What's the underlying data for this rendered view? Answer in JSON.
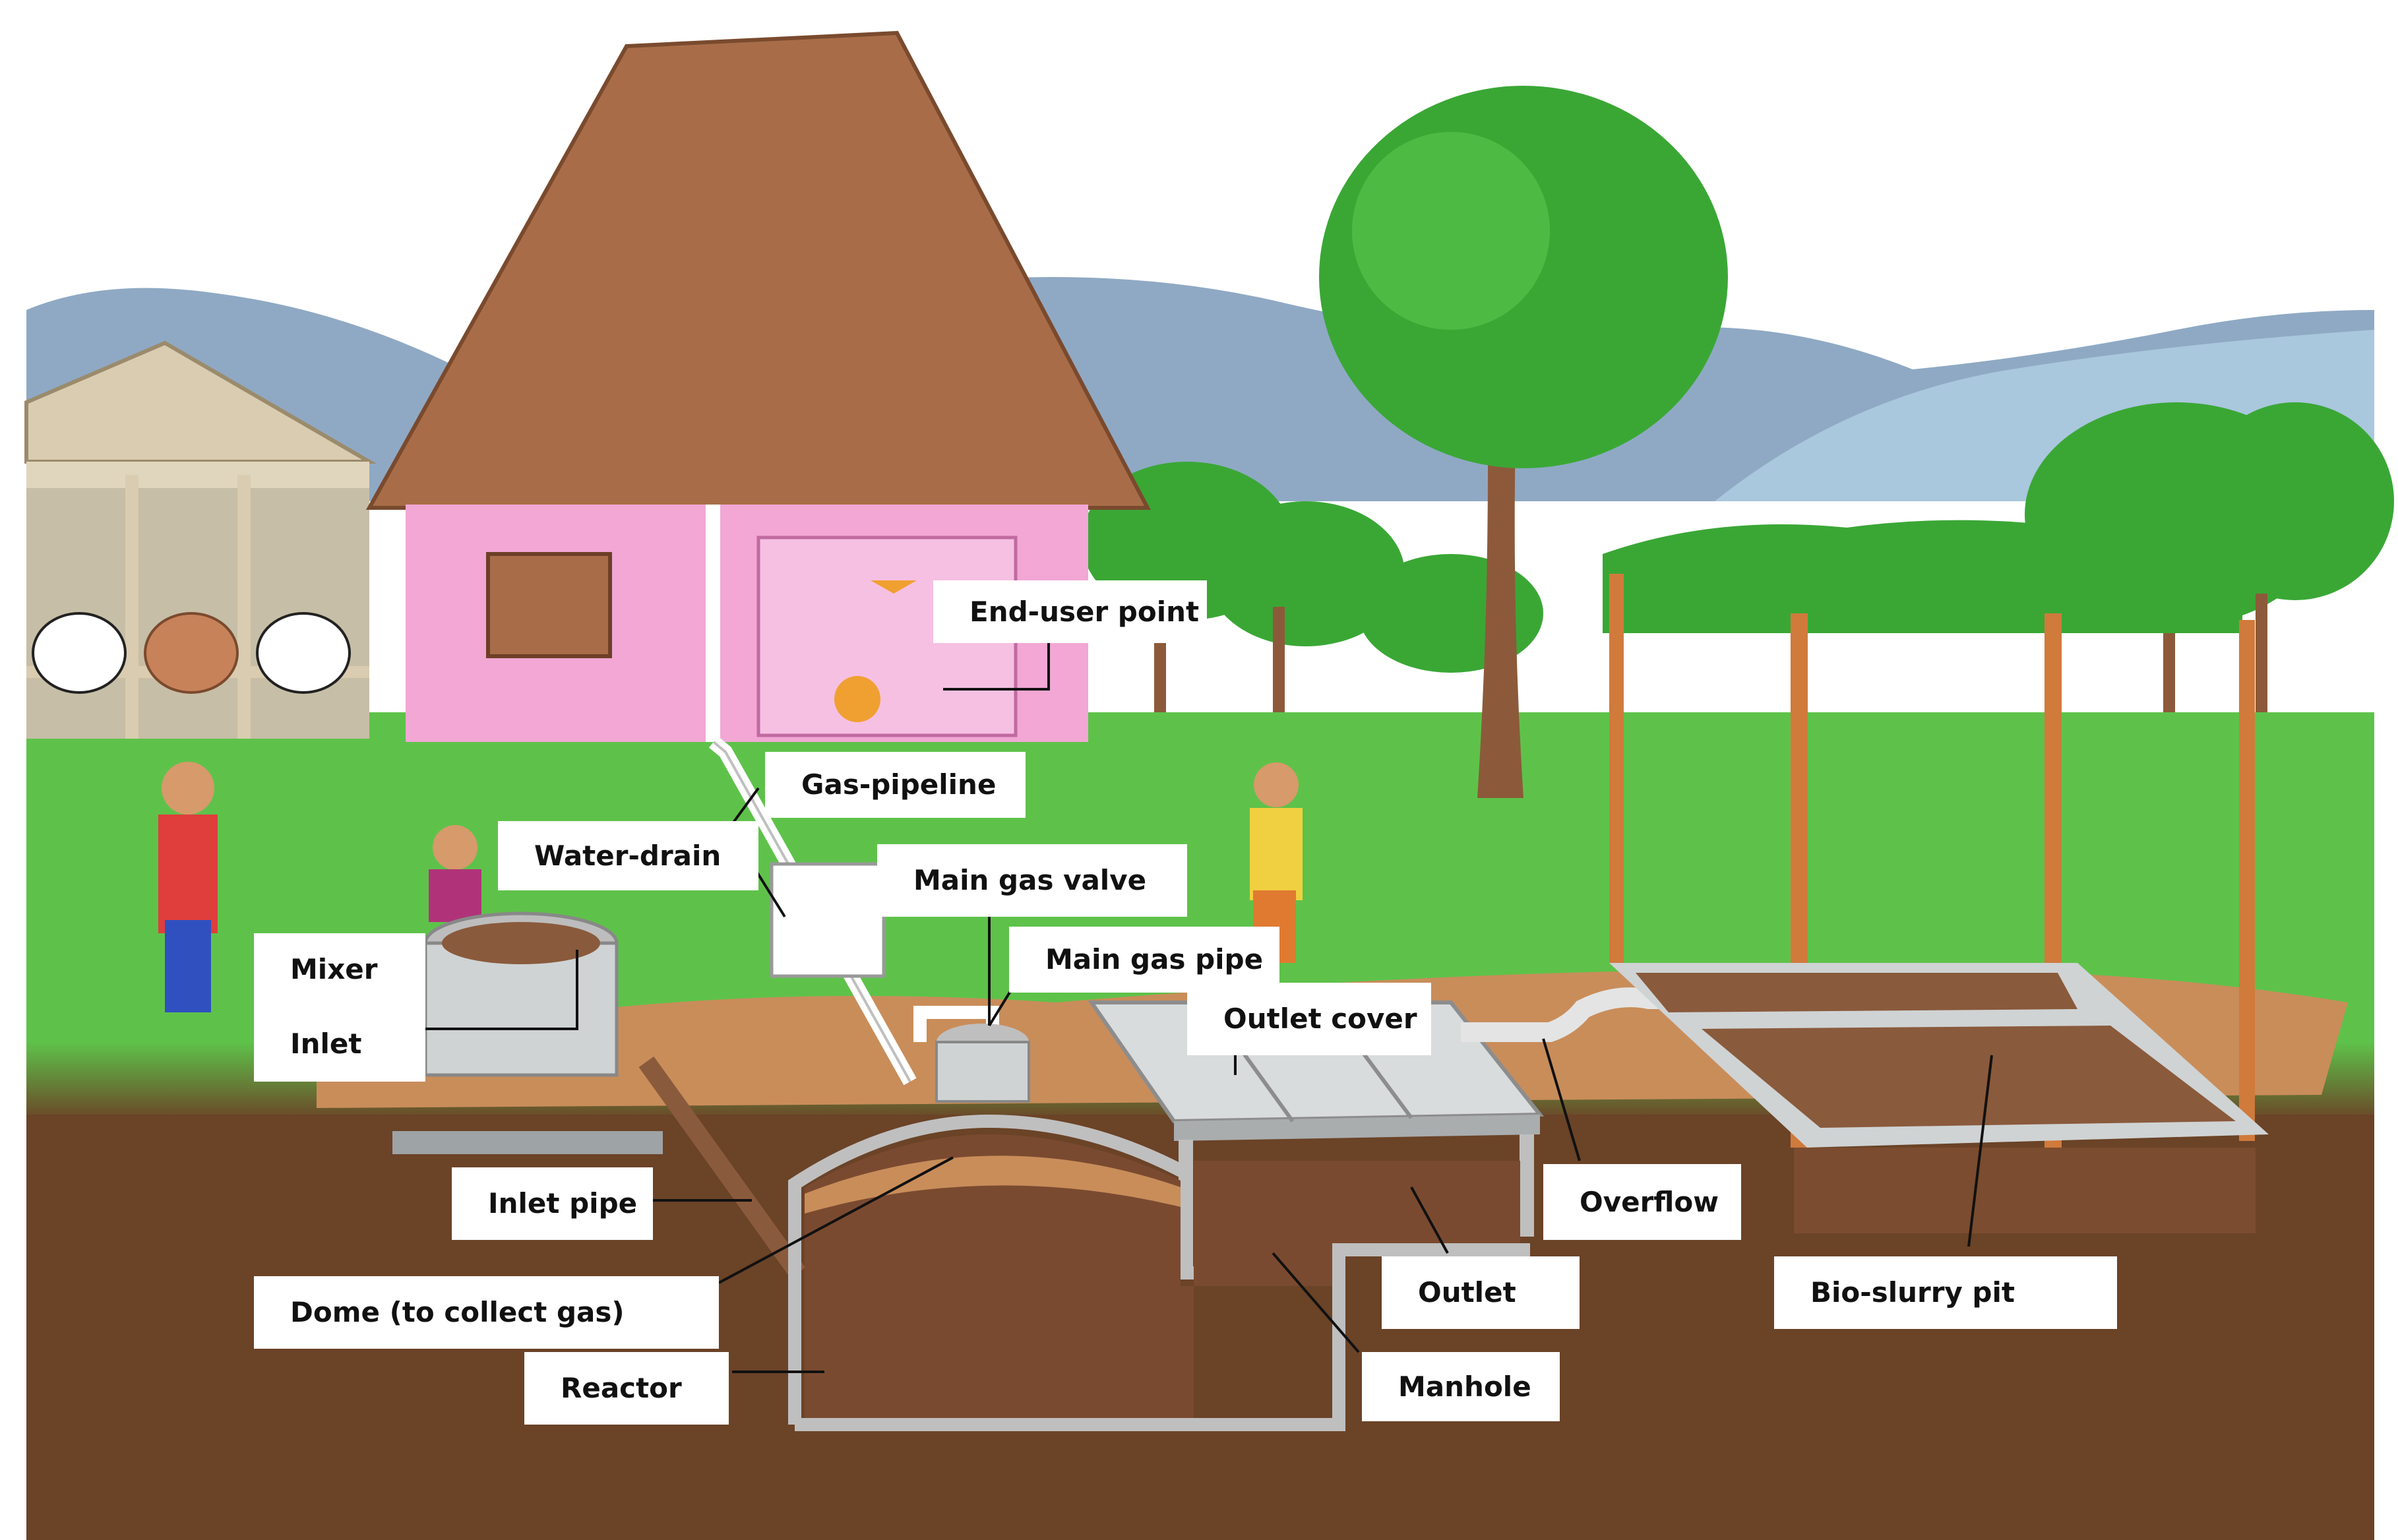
{
  "diagram": {
    "labels": {
      "end_user_point": "End-user point",
      "gas_pipeline": "Gas-pipeline",
      "water_drain": "Water-drain",
      "main_gas_valve": "Main gas valve",
      "main_gas_pipe": "Main gas pipe",
      "outlet_cover": "Outlet cover",
      "mixer": "Mixer",
      "inlet": "Inlet",
      "inlet_pipe": "Inlet pipe",
      "dome": "Dome (to collect gas)",
      "reactor": "Reactor",
      "overflow": "Overflow",
      "outlet": "Outlet",
      "manhole": "Manhole",
      "bio_slurry_pit": "Bio-slurry pit"
    },
    "colors": {
      "sky": "#ffffff",
      "mountain": "#8fa9c4",
      "mountain_light": "#a9c7dd",
      "grass": "#5ec24a",
      "grass_dark": "#3f9a34",
      "soil": "#6b4327",
      "soil_light": "#c98d5a",
      "roof": "#a86d48",
      "wall": "#f2a7d4",
      "tree_leaf": "#3aa735",
      "tree_trunk": "#8c5a3a",
      "concrete": "#cfd3d4",
      "slurry": "#8a5a3c",
      "pole": "#d07a3c",
      "label_bg": "#ffffff",
      "leader": "#111111"
    }
  }
}
